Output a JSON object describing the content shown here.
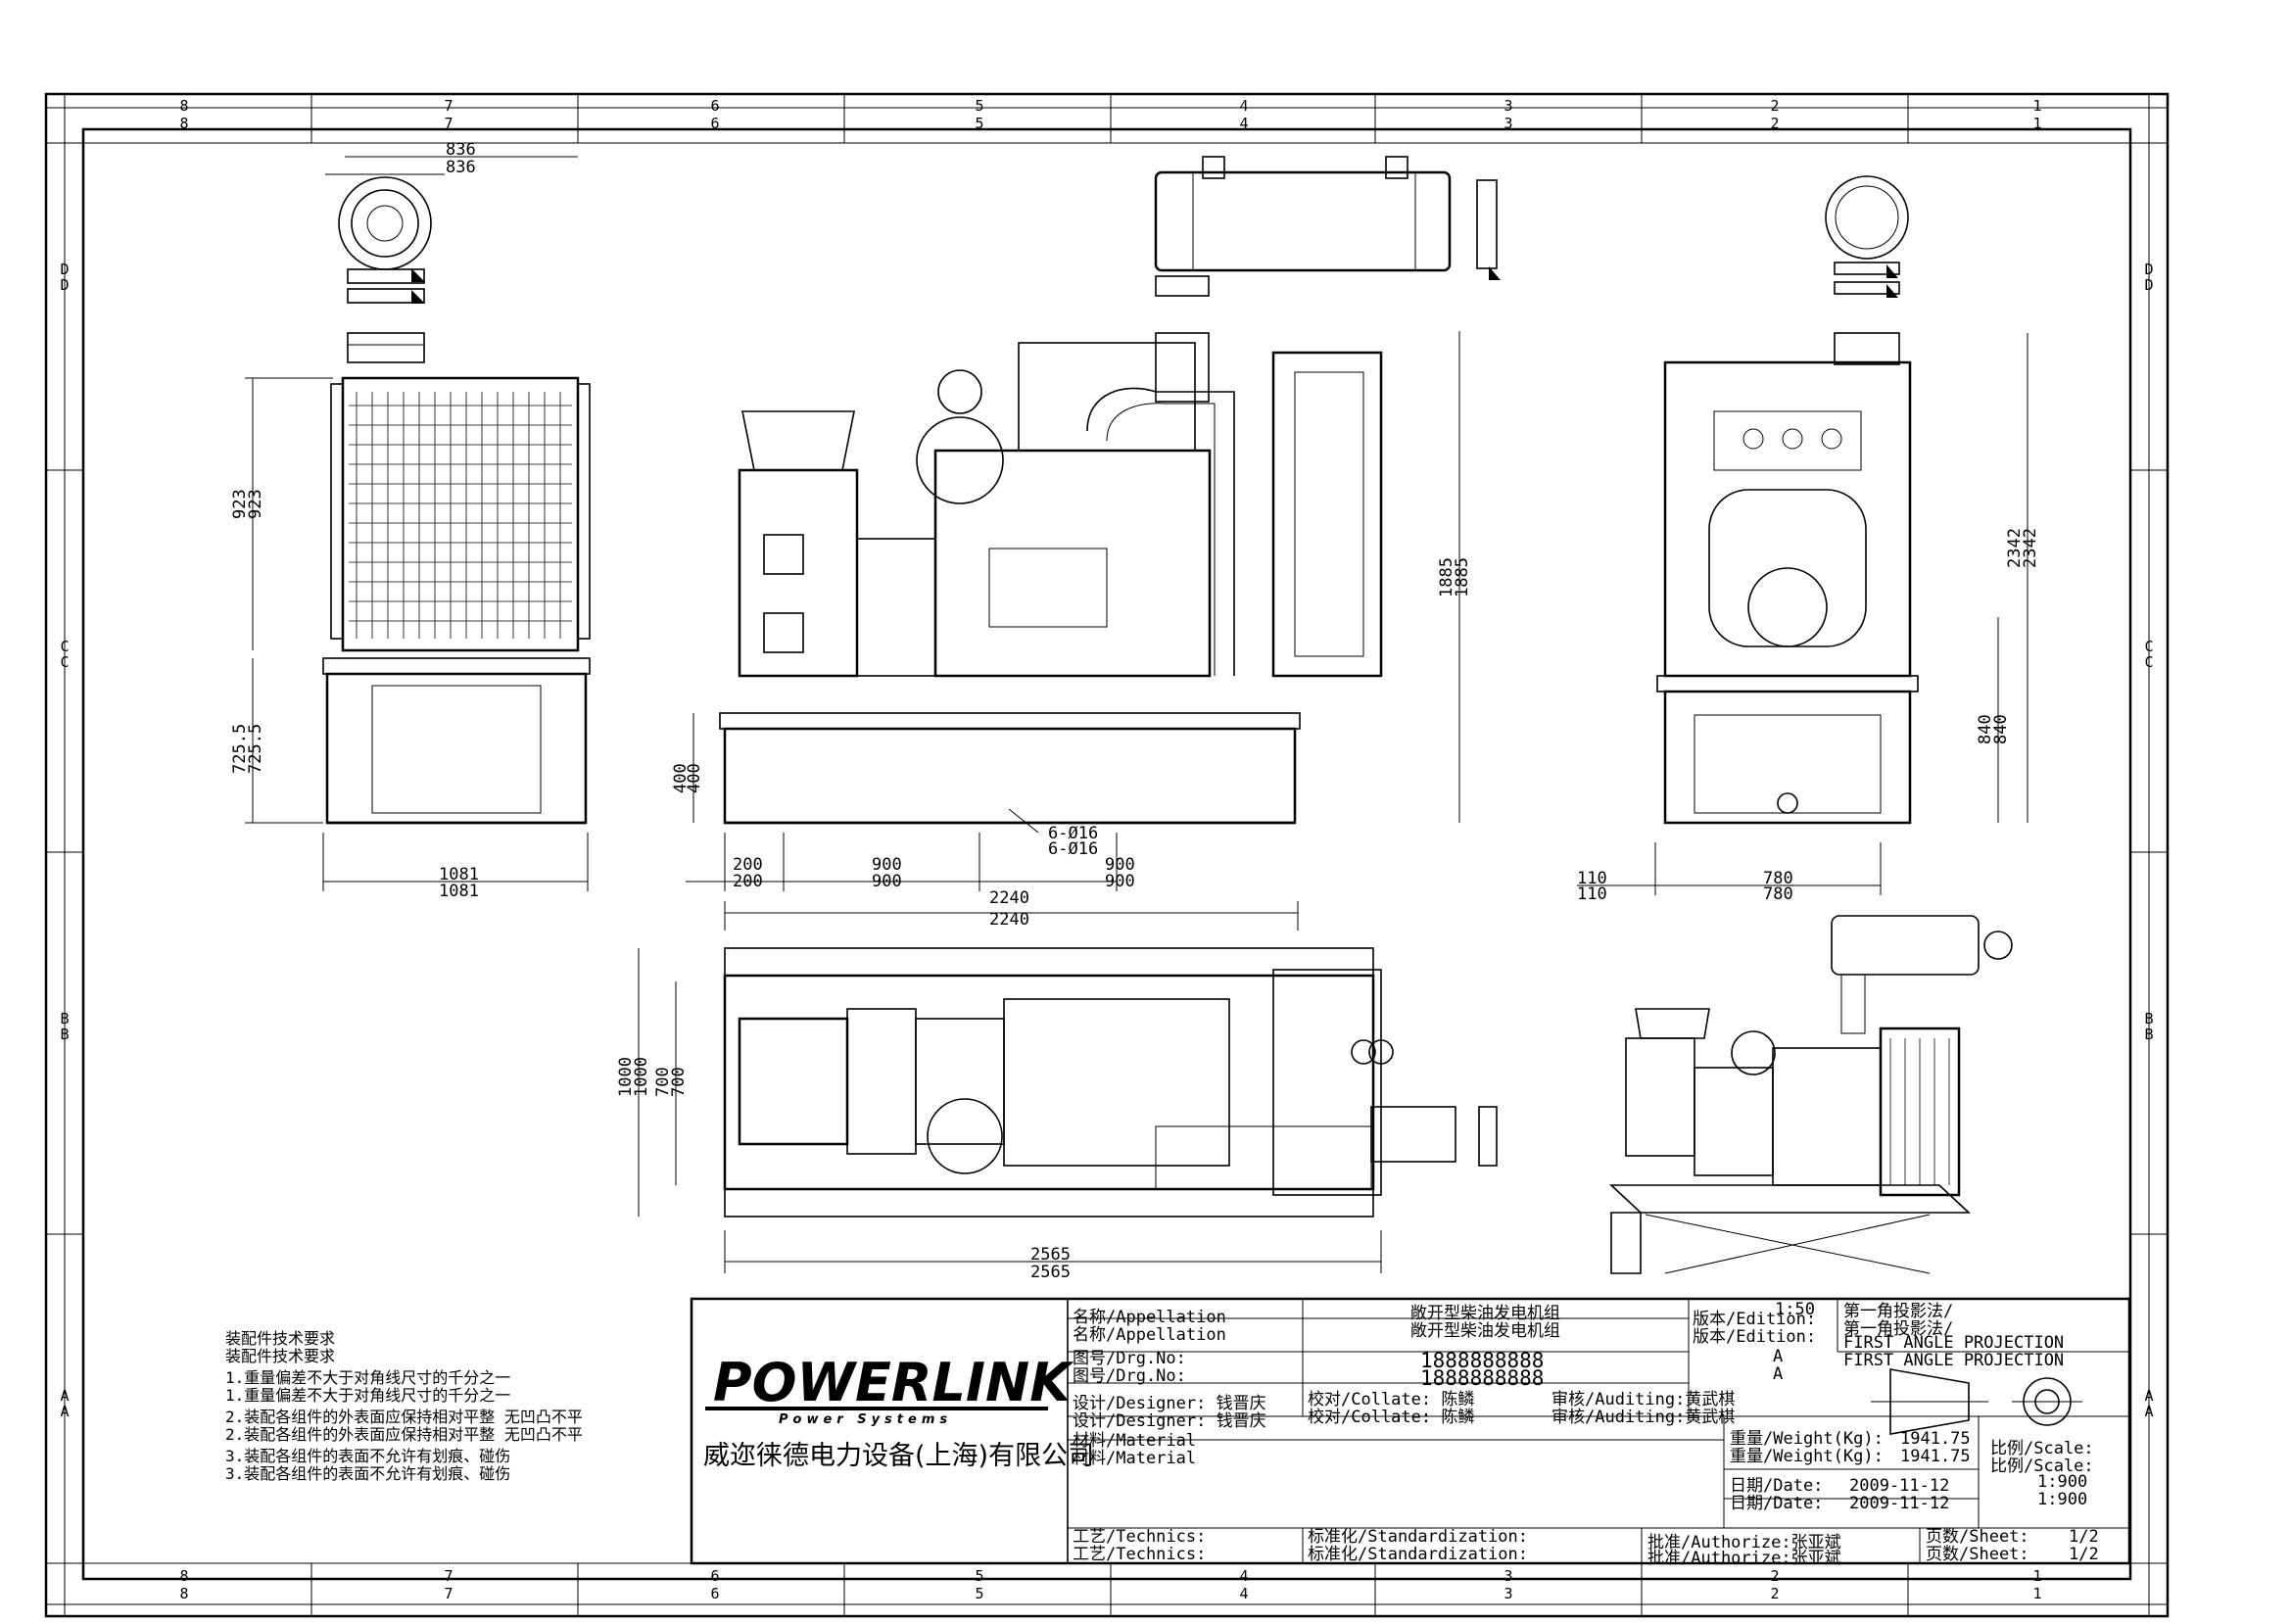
{
  "zones": {
    "columns": [
      "8",
      "7",
      "6",
      "5",
      "4",
      "3",
      "2",
      "1"
    ],
    "rows": [
      "D",
      "C",
      "B",
      "A"
    ]
  },
  "dimensions": {
    "front_top_width": "836",
    "front_height_upper": "923",
    "front_height_lower": "725.5",
    "front_base_width": "1081",
    "side_total_height": "1885",
    "side_skid_height": "400",
    "side_bolt_holes": "6-Ø16",
    "side_offset": "200",
    "side_hole_spacing_1": "900",
    "side_hole_spacing_2": "900",
    "side_base_length": "2240",
    "rear_total_height": "2342",
    "rear_mid_height": "840",
    "rear_offset": "110",
    "rear_base_width": "780",
    "plan_total_width": "1000",
    "plan_inner_width": "700",
    "plan_total_length": "2565"
  },
  "notes": {
    "title": "装配件技术要求",
    "line1": "1.重量偏差不大于对角线尺寸的千分之一",
    "line2": "2.装配各组件的外表面应保持相对平整  无凹凸不平",
    "line3": "3.装配各组件的表面不允许有划痕、碰伤"
  },
  "title_block": {
    "logo_text": "POWERLINK",
    "logo_sub": "Power Systems",
    "company": "威迩徕德电力设备(上海)有限公司",
    "appellation_label": "名称/Appellation",
    "appellation_value": "敞开型柴油发电机组",
    "drawing_no_label": "图号/Drg.No:",
    "drawing_no_value": "1888888888",
    "designer_label": "设计/Designer: 钱晋庆",
    "collate_label": "校对/Collate: 陈鳞",
    "auditing_label": "审核/Auditing:黄武棋",
    "material_label": "材料/Material",
    "edition_label": "版本/Edition:",
    "edition_value": "A",
    "projection_label": "第一角投影法/",
    "projection_value": "FIRST ANGLE PROJECTION",
    "weight_label": "重量/Weight(Kg):",
    "weight_value": "1941.75",
    "scale_label": "比例/Scale:",
    "scale_value": "1:900",
    "date_label": "日期/Date:",
    "date_value": "2009-11-12",
    "technics_label": "工艺/Technics:",
    "standardization_label": "标准化/Standardization:",
    "authorize_label": "批准/Authorize:张亚斌",
    "sheet_label": "页数/Sheet:",
    "sheet_value": "1/2",
    "scale_small": "1:50"
  }
}
